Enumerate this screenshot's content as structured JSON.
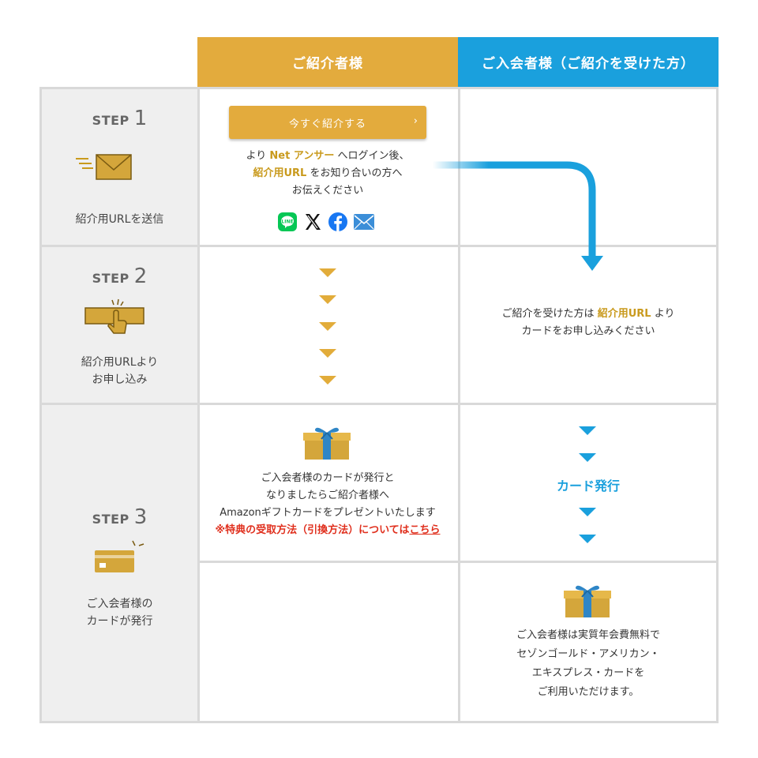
{
  "header": {
    "referrer_label": "ご紹介者様",
    "member_label": "ご入会者様（ご紹介を受けた方）"
  },
  "steps": [
    {
      "word": "STEP",
      "number": "1",
      "caption": "紹介用URLを送信"
    },
    {
      "word": "STEP",
      "number": "2",
      "caption_line1": "紹介用URLより",
      "caption_line2": "お申し込み"
    },
    {
      "word": "STEP",
      "number": "3",
      "caption_line1": "ご入会者様の",
      "caption_line2": "カードが発行"
    }
  ],
  "step1": {
    "button_label": "今すぐ紹介する",
    "button_chevron": "›",
    "text_pre": "より",
    "text_service": "Net アンサー",
    "text_post": "へログイン後、",
    "text_url": "紹介用URL",
    "text_url_post": "をお知り合いの方へ",
    "text_line3": "お伝えください",
    "share_icons": [
      "line-icon",
      "x-icon",
      "facebook-icon",
      "mail-icon"
    ]
  },
  "step2": {
    "text_pre": "ご紹介を受けた方は",
    "text_url": "紹介用URL",
    "text_post": "より",
    "text_line2": "カードをお申し込みください"
  },
  "step3": {
    "referrer_line1": "ご入会者様のカードが発行と",
    "referrer_line2": "なりましたらご紹介者様へ",
    "referrer_line3": "Amazonギフトカードをプレゼントいたします",
    "note_text": "※特典の受取方法（引換方法）については",
    "note_link": "こちら",
    "card_issued": "カード発行",
    "member_line1": "ご入会者様は実質年会費無料で",
    "member_line2": "セゾンゴールド・アメリカン・",
    "member_line3": "エキスプレス・カードを",
    "member_line4": "ご利用いただけます。"
  },
  "colors": {
    "gold": "#e3ab3d",
    "blue": "#1aa0dd",
    "grid": "#d9d9d9",
    "step_bg": "#efefef",
    "red": "#e0301e"
  }
}
